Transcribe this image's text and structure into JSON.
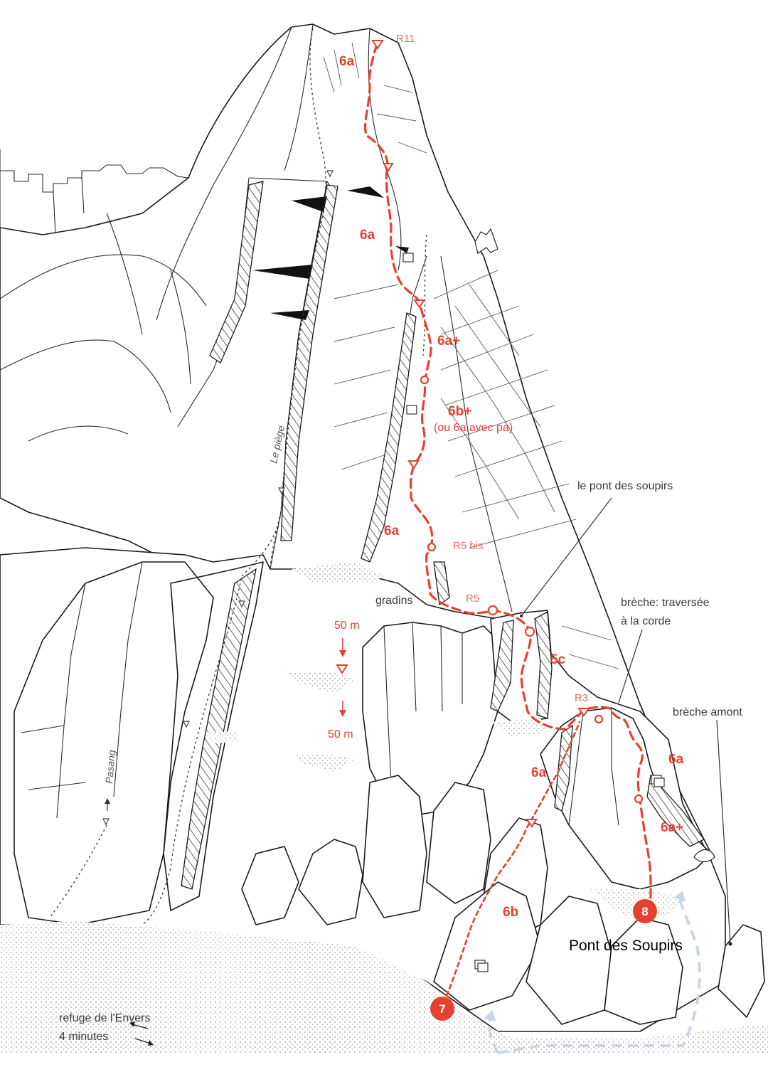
{
  "colors": {
    "route": "#e8402e",
    "belay_label": "#e87060",
    "approach": "#c9d6e6",
    "rock_line": "#1a1a1a"
  },
  "belays": {
    "r11": "R11",
    "r5bis": "R5 bis",
    "r5": "R5",
    "r3": "R3"
  },
  "grades": {
    "p_top": "6a",
    "p_upper": "6a",
    "p_6aplus": "6a+",
    "p_6bplus": "6b+",
    "p_6bplus_alt": "(ou 6a avec pa)",
    "p_lower": "6a",
    "p_5c": "5c",
    "p_route7_a": "6a",
    "p_route7_b": "6b",
    "p_route8_a": "6a",
    "p_route8_b": "6a+"
  },
  "labels": {
    "le_piege": "Le piège",
    "pasang": "Pasang",
    "gradins": "gradins",
    "pont_des_soupirs_lower": "le pont des soupirs",
    "breche_traversee_1": "brèche: traversée",
    "breche_traversee_2": "à la corde",
    "breche_amont": "brèche amont",
    "rappel_top": "50 m",
    "rappel_bottom": "50 m",
    "pont_des_soupirs": "Pont des Soupirs",
    "refuge_1": "refuge de l'Envers",
    "refuge_2": "4 minutes"
  },
  "routes": {
    "route7": "7",
    "route8": "8"
  },
  "icons": [
    "chamois-icon",
    "fixed-gear-box-icon",
    "arrow-icon"
  ]
}
